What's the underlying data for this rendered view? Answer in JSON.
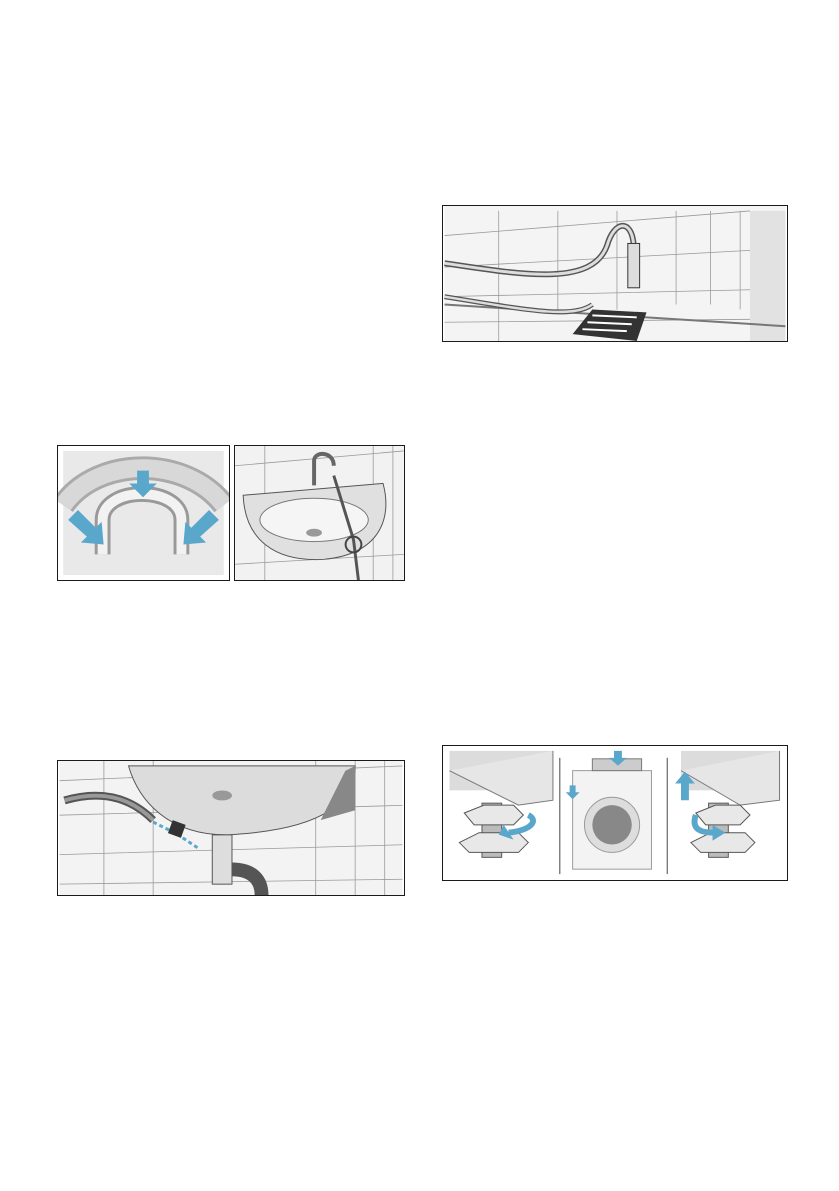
{
  "colors": {
    "arrow": "#5aa7cc",
    "tile_line": "#9a9a9a",
    "tile_bg": "#f1f1f1",
    "frame": "#1a1a1a",
    "appliance": "#d9d9d9"
  },
  "figures": [
    {
      "icon": "drain-hose-standpipe-illustration"
    },
    {
      "icon": "hose-u-bend-illustration"
    },
    {
      "icon": "washbasin-hose-illustration"
    },
    {
      "icon": "siphon-connection-illustration"
    },
    {
      "icon": "feet-adjust-illustration"
    }
  ]
}
